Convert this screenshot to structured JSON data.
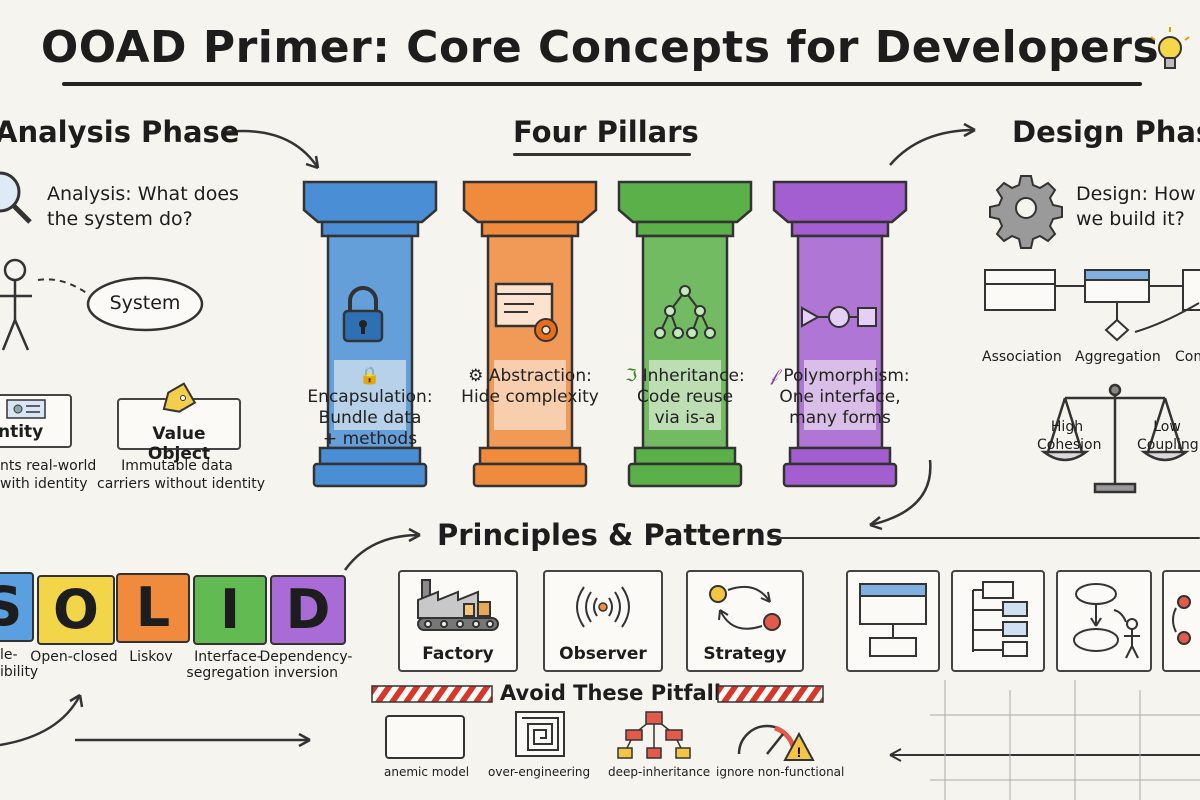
{
  "title": "OOAD Primer: Core Concepts for Developers",
  "analysis": {
    "heading": "Analysis Phase",
    "question_line1": "Analysis: What does",
    "question_line2": "the system do?",
    "system_label": "System",
    "entity_label": "ntity",
    "entity_desc_line1": "nts real-world",
    "entity_desc_line2": "with identity",
    "value_object_label": "Value Object",
    "value_object_desc_line1": "Immutable data",
    "value_object_desc_line2": "carriers without identity"
  },
  "pillars": {
    "heading": "Four Pillars",
    "items": [
      {
        "name": "Encapsulation:",
        "line2": "Bundle data",
        "line3": "+ methods",
        "color": "#4a8fd6"
      },
      {
        "name": "Abstraction:",
        "line2": "Hide complexity",
        "line3": "",
        "color": "#f08a3c"
      },
      {
        "name": "Inheritance:",
        "line2": "Code reuse",
        "line3": "via is-a",
        "color": "#5bb04a"
      },
      {
        "name": "Polymorphism:",
        "line2": "One interface,",
        "line3": "many forms",
        "color": "#a35fd0"
      }
    ]
  },
  "design": {
    "heading": "Design Phas",
    "question_line1": "Design: How",
    "question_line2": "we build it?",
    "relations": [
      "Association",
      "Aggregation",
      "Com"
    ],
    "cohesion": "High Cohesion",
    "coupling": "Low Coupling"
  },
  "principles": {
    "heading": "Principles & Patterns",
    "solid": [
      {
        "letter": "S",
        "label_line1": "le-",
        "label_line2": "ibility",
        "color": "#5a9fe0"
      },
      {
        "letter": "O",
        "label_line1": "Open-closed",
        "label_line2": "",
        "color": "#f2d548"
      },
      {
        "letter": "L",
        "label_line1": "Liskov",
        "label_line2": "",
        "color": "#f08a3c"
      },
      {
        "letter": "I",
        "label_line1": "Interface-",
        "label_line2": "segregation",
        "color": "#62bb52"
      },
      {
        "letter": "D",
        "label_line1": "Dependency-",
        "label_line2": "inversion",
        "color": "#a96bd6"
      }
    ],
    "patterns": [
      "Factory",
      "Observer",
      "Strategy"
    ]
  },
  "pitfalls": {
    "heading": "Avoid These Pitfalls",
    "items": [
      "anemic model",
      "over-engineering",
      "deep-inheritance",
      "ignore non-functional"
    ]
  }
}
